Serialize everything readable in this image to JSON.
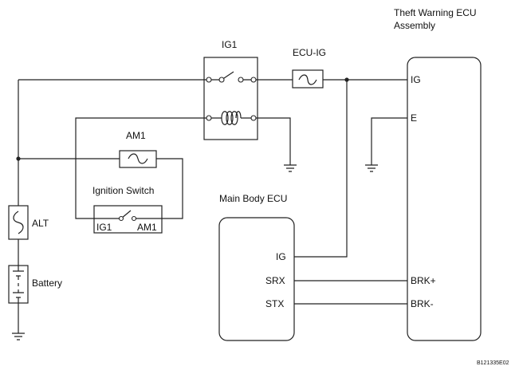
{
  "title": {
    "line1": "Theft Warning ECU",
    "line2": "Assembly"
  },
  "labels": {
    "ig1_relay": "IG1",
    "ecu_ig_fuse": "ECU-IG",
    "am1_fuse": "AM1",
    "ignition_switch": "Ignition Switch",
    "sw_ig1": "IG1",
    "sw_am1": "AM1",
    "alt": "ALT",
    "battery": "Battery",
    "main_body_ecu": "Main Body ECU"
  },
  "theft_ecu_pins": [
    "IG",
    "E",
    "BRK+",
    "BRK-"
  ],
  "main_body_ecu_pins": [
    "IG",
    "SRX",
    "STX"
  ],
  "figure_code": "B121335E02"
}
